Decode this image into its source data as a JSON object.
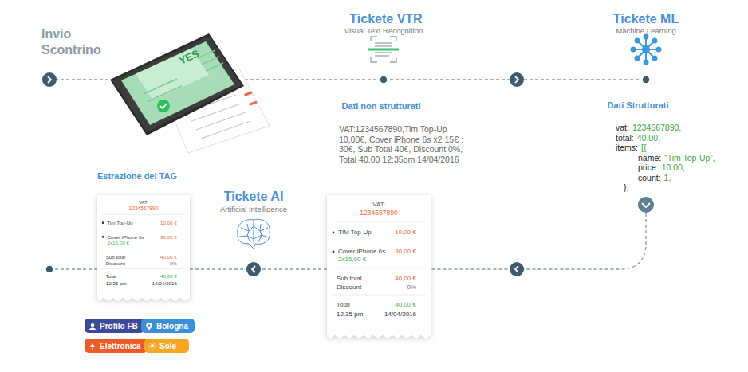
{
  "diagram": {
    "nodes": [
      {
        "text": [
          "VAT:",
          "1234567890",
          "Tim Top-Up",
          "10,00 €",
          "Cover iPhone 6s",
          "30,00 €",
          "2x15,00 €",
          "Sub total",
          "40,00 €",
          "Discount",
          "0%",
          "Total",
          "40,00 €",
          "12.35 pm",
          "14/04/2016"
        ]
      },
      {
        "text": [
          "VAT:",
          "1234567890",
          "TIM Top-Up",
          "10,00 €",
          "Cover iPhone 6s",
          "30,00 €",
          "2x15,00 €",
          "Sub total",
          "40,00 €",
          "Discount",
          "0%",
          "Total",
          "40,00 €",
          "12.35 pm",
          "14/04/2016"
        ]
      },
      {
        "text": [
          "Profilo FB"
        ]
      },
      {
        "text": [
          "Bologna"
        ]
      },
      {
        "text": [
          "Elettronica"
        ]
      },
      {
        "text": [
          "Sole"
        ]
      }
    ],
    "edges": [
      {
        "from": 1,
        "to": 0,
        "arrow": "none"
      }
    ],
    "labels": [
      "Invio Scontrino",
      "YES",
      "Tickete VTR",
      "Visual Text Recognition",
      "Tickete ML",
      "Machine Learning",
      "Dati non strutturati",
      "VAT:1234567890,Tim Top-Up 10,00€, Cover iPhone 6s x2 15€ : 30€, Sub Total 40€, Discount 0%, Total 40.00 12:35pm 14/04/2016",
      "Dati Strutturati",
      "vat:",
      "1234567890,",
      "total:",
      "40.00,",
      "items:",
      "[{",
      "name:",
      "“Tim Top-Up”,",
      "price:",
      "10.00,",
      "count:",
      "1,",
      "},",
      "Estrazione dei TAG",
      "Tickete AI",
      "Artificial Intelligence"
    ]
  }
}
